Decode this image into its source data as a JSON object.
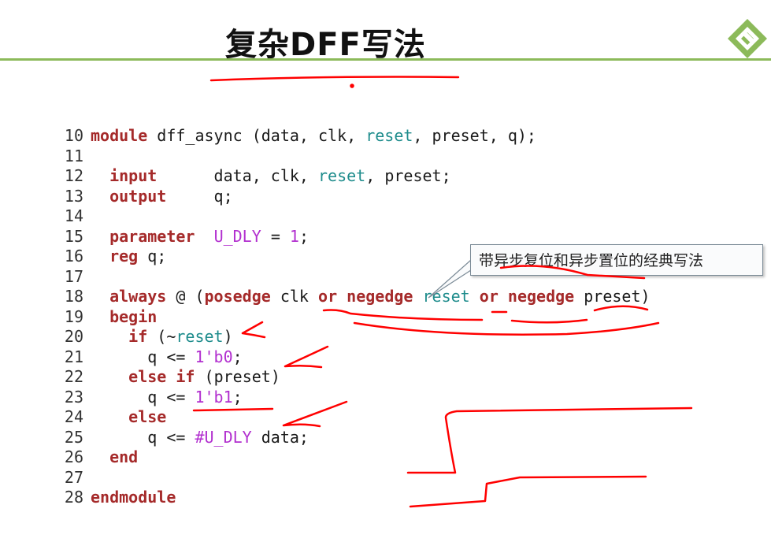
{
  "slide": {
    "title": "复杂DFF写法",
    "callout": "带异步复位和异步置位的经典写法",
    "accent_color": "#8cba5a",
    "annotation_color": "#ff0000",
    "logo_icon": "diamond-logo-icon"
  },
  "code": {
    "lines": [
      {
        "n": "10",
        "tokens": [
          {
            "t": "module",
            "c": "kw"
          },
          {
            "t": " dff_async (data, clk, "
          },
          {
            "t": "reset",
            "c": "tl"
          },
          {
            "t": ", preset, q);"
          }
        ]
      },
      {
        "n": "11",
        "tokens": []
      },
      {
        "n": "12",
        "tokens": [
          {
            "t": "  "
          },
          {
            "t": "input",
            "c": "kw"
          },
          {
            "t": "      data, clk, "
          },
          {
            "t": "reset",
            "c": "tl"
          },
          {
            "t": ", preset;"
          }
        ]
      },
      {
        "n": "13",
        "tokens": [
          {
            "t": "  "
          },
          {
            "t": "output",
            "c": "kw"
          },
          {
            "t": "     q;"
          }
        ]
      },
      {
        "n": "14",
        "tokens": []
      },
      {
        "n": "15",
        "tokens": [
          {
            "t": "  "
          },
          {
            "t": "parameter",
            "c": "kw"
          },
          {
            "t": "  "
          },
          {
            "t": "U_DLY",
            "c": "mg"
          },
          {
            "t": " = "
          },
          {
            "t": "1",
            "c": "mg"
          },
          {
            "t": ";"
          }
        ]
      },
      {
        "n": "16",
        "tokens": [
          {
            "t": "  "
          },
          {
            "t": "reg",
            "c": "kw"
          },
          {
            "t": " q;"
          }
        ]
      },
      {
        "n": "17",
        "tokens": []
      },
      {
        "n": "18",
        "tokens": [
          {
            "t": "  "
          },
          {
            "t": "always",
            "c": "kw"
          },
          {
            "t": " @ ("
          },
          {
            "t": "posedge",
            "c": "kw"
          },
          {
            "t": " clk "
          },
          {
            "t": "or",
            "c": "kw"
          },
          {
            "t": " "
          },
          {
            "t": "negedge",
            "c": "kw"
          },
          {
            "t": " "
          },
          {
            "t": "reset",
            "c": "tl"
          },
          {
            "t": " "
          },
          {
            "t": "or",
            "c": "kw"
          },
          {
            "t": " "
          },
          {
            "t": "negedge",
            "c": "kw"
          },
          {
            "t": " preset)"
          }
        ]
      },
      {
        "n": "19",
        "tokens": [
          {
            "t": "  "
          },
          {
            "t": "begin",
            "c": "kw"
          }
        ]
      },
      {
        "n": "20",
        "tokens": [
          {
            "t": "    "
          },
          {
            "t": "if",
            "c": "kw"
          },
          {
            "t": " (~"
          },
          {
            "t": "reset",
            "c": "tl"
          },
          {
            "t": ")"
          }
        ]
      },
      {
        "n": "21",
        "tokens": [
          {
            "t": "      q <= "
          },
          {
            "t": "1'b0",
            "c": "mg"
          },
          {
            "t": ";"
          }
        ]
      },
      {
        "n": "22",
        "tokens": [
          {
            "t": "    "
          },
          {
            "t": "else",
            "c": "kw"
          },
          {
            "t": " "
          },
          {
            "t": "if",
            "c": "kw"
          },
          {
            "t": " (preset)"
          }
        ]
      },
      {
        "n": "23",
        "tokens": [
          {
            "t": "      q <= "
          },
          {
            "t": "1'b1",
            "c": "mg"
          },
          {
            "t": ";"
          }
        ]
      },
      {
        "n": "24",
        "tokens": [
          {
            "t": "    "
          },
          {
            "t": "else",
            "c": "kw"
          }
        ]
      },
      {
        "n": "25",
        "tokens": [
          {
            "t": "      q <= "
          },
          {
            "t": "#U_DLY",
            "c": "mg"
          },
          {
            "t": " data;"
          }
        ]
      },
      {
        "n": "26",
        "tokens": [
          {
            "t": "  "
          },
          {
            "t": "end",
            "c": "kw"
          }
        ]
      },
      {
        "n": "27",
        "tokens": []
      },
      {
        "n": "28",
        "tokens": [
          {
            "t": "endmodule",
            "c": "kw"
          }
        ]
      }
    ]
  }
}
